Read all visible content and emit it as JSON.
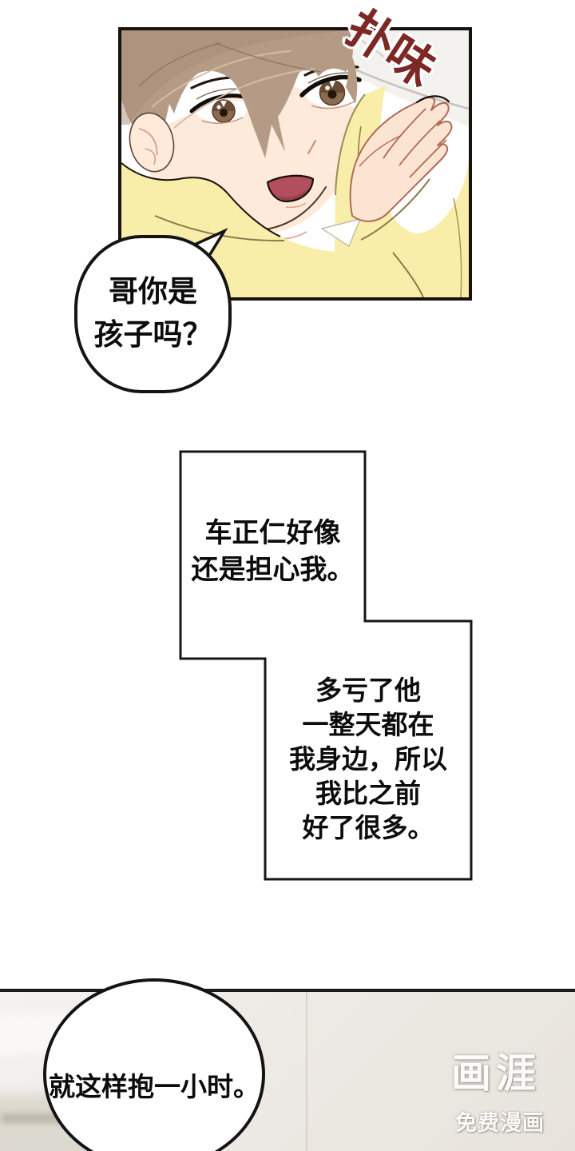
{
  "sfx": {
    "text": "扑味",
    "color": "#7c2824"
  },
  "speech_bubble_top": {
    "lines": [
      "哥你是",
      "孩子吗？"
    ]
  },
  "thought_box_1": {
    "lines": [
      "车正仁好像",
      "还是担心我。"
    ]
  },
  "thought_box_2": {
    "lines": [
      "多亏了他",
      "一整天都在",
      "我身边，所以",
      "我比之前",
      "好了很多。"
    ]
  },
  "speech_bubble_bottom": {
    "text": "就这样抱一小时。"
  },
  "watermark": {
    "logo": "画涯",
    "subtitle": "免费漫画"
  },
  "colors": {
    "sfx_text": "#7c2824",
    "panel_border": "#151210",
    "hair": "#b59b85",
    "skin": "#fdeada",
    "hoodie": "#f8eda9",
    "mouth": "#b24e5e",
    "bottom_panel_bg": "#ebe8e2",
    "watermark_text": "#ffffff"
  }
}
